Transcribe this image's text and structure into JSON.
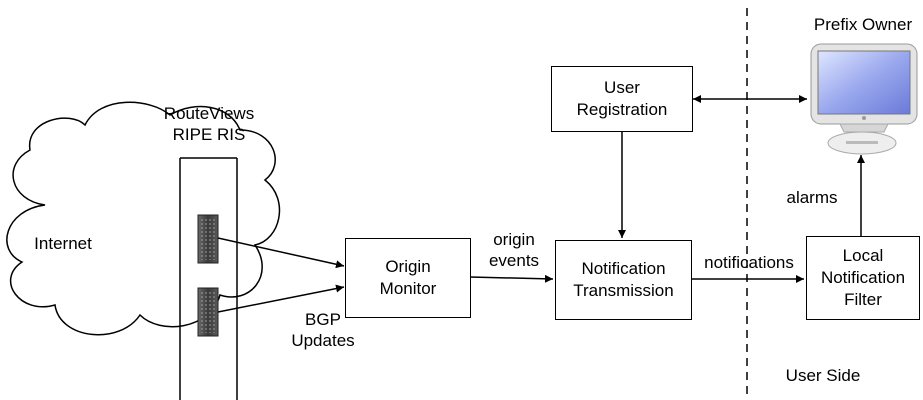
{
  "collectors": {
    "line1": "RouteViews",
    "line2": "RIPE RIS"
  },
  "cloud": {
    "label": "Internet"
  },
  "boxes": {
    "origin_monitor": {
      "line1": "Origin",
      "line2": "Monitor"
    },
    "user_registration": {
      "line1": "User",
      "line2": "Registration"
    },
    "notification_transmission": {
      "line1": "Notification",
      "line2": "Transmission"
    },
    "local_filter": {
      "line1": "Local",
      "line2": "Notification",
      "line3": "Filter"
    }
  },
  "edge_labels": {
    "bgp_line1": "BGP",
    "bgp_line2": "Updates",
    "origin_line1": "origin",
    "origin_line2": "events",
    "notifications": "notifications",
    "alarms": "alarms"
  },
  "owner": {
    "label": "Prefix Owner"
  },
  "user_side": {
    "label": "User Side"
  },
  "colors": {
    "line": "#000000",
    "background": "#ffffff",
    "server": "#4a4a4a",
    "monitor_body": "#d9d9d9"
  },
  "icons": [
    "cloud-icon",
    "server-icon",
    "computer-monitor-icon"
  ]
}
